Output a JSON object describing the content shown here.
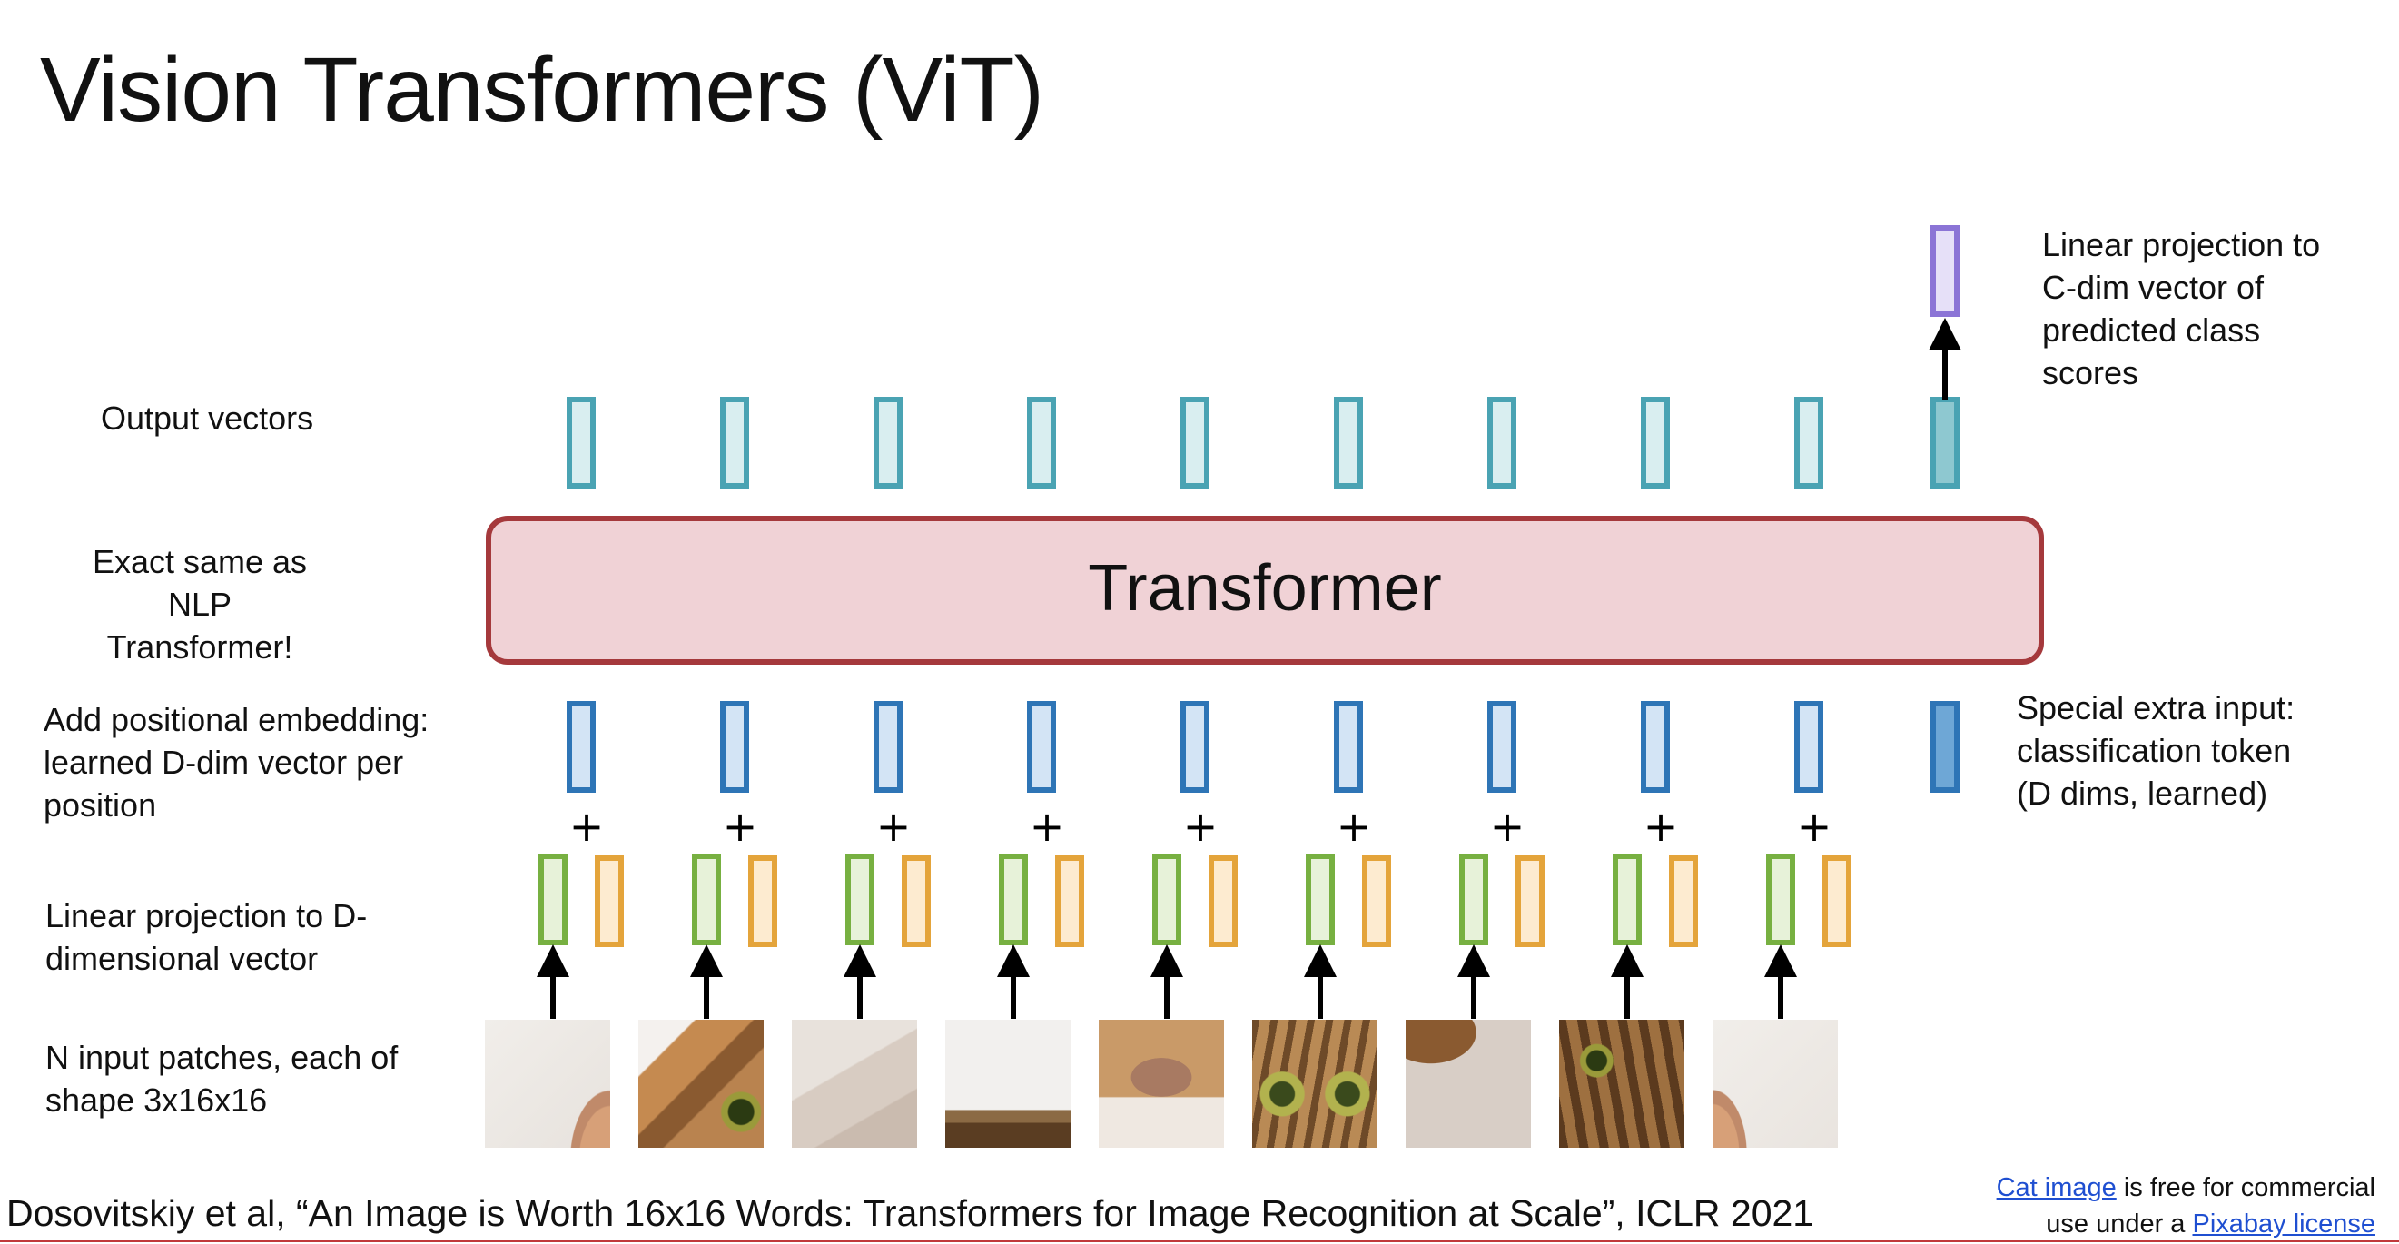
{
  "title": "Vision Transformers (ViT)",
  "labels": {
    "output_vectors": "Output vectors",
    "exact_same_line1": "Exact same as NLP",
    "exact_same_line2": "Transformer!",
    "positional_line1": "Add positional embedding:",
    "positional_line2": "learned D-dim vector per",
    "positional_line3": "position",
    "linear_proj_line1": "Linear projection to D-",
    "linear_proj_line2": "dimensional vector",
    "input_patches_line1": "N input patches, each of",
    "input_patches_line2": "shape 3x16x16",
    "class_proj_line1": "Linear projection to",
    "class_proj_line2": "C-dim vector of",
    "class_proj_line3": "predicted class",
    "class_proj_line4": "scores",
    "special_line1": "Special extra input:",
    "special_line2": "classification token",
    "special_line3": "(D dims, learned)"
  },
  "transformer_label": "Transformer",
  "plus_sign": "+",
  "num_patches": 9,
  "citation": "Dosovitskiy et al, “An Image is Worth 16x16 Words: Transformers for Image Recognition at Scale”, ICLR 2021",
  "credit": {
    "link1": "Cat image",
    "text1": " is free for commercial",
    "text2": "use under a ",
    "link2": "Pixabay license"
  },
  "colors": {
    "output_fill": "#d9eef0",
    "output_stroke": "#4aa3b3",
    "output_cls_fill": "#8ec8d0",
    "pos_fill": "#d3e4f5",
    "pos_stroke": "#2e75b6",
    "pos_cls_fill": "#6ea7d6",
    "green_fill": "#e7f2d9",
    "green_stroke": "#77b041",
    "orange_fill": "#fdebd0",
    "orange_stroke": "#e4a43b",
    "purple_fill": "#e6e0f8",
    "purple_stroke": "#8b74d6",
    "transformer_fill": "#f0d2d6",
    "transformer_stroke": "#a5393c"
  }
}
